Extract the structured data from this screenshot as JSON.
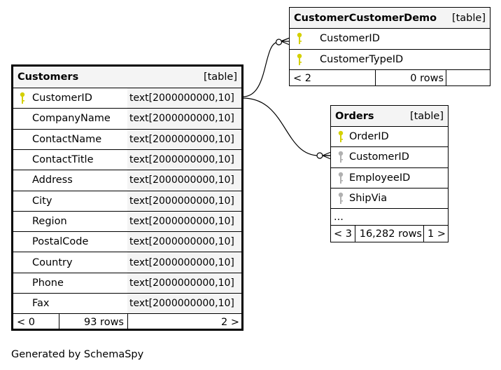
{
  "customers": {
    "title": "Customers",
    "kind": "[table]",
    "columns": [
      {
        "name": "CustomerID",
        "type": "text[2000000000,10]",
        "key": "primary"
      },
      {
        "name": "CompanyName",
        "type": "text[2000000000,10]",
        "key": ""
      },
      {
        "name": "ContactName",
        "type": "text[2000000000,10]",
        "key": ""
      },
      {
        "name": "ContactTitle",
        "type": "text[2000000000,10]",
        "key": ""
      },
      {
        "name": "Address",
        "type": "text[2000000000,10]",
        "key": ""
      },
      {
        "name": "City",
        "type": "text[2000000000,10]",
        "key": ""
      },
      {
        "name": "Region",
        "type": "text[2000000000,10]",
        "key": ""
      },
      {
        "name": "PostalCode",
        "type": "text[2000000000,10]",
        "key": ""
      },
      {
        "name": "Country",
        "type": "text[2000000000,10]",
        "key": ""
      },
      {
        "name": "Phone",
        "type": "text[2000000000,10]",
        "key": ""
      },
      {
        "name": "Fax",
        "type": "text[2000000000,10]",
        "key": ""
      }
    ],
    "footer": {
      "parents": "< 0",
      "rows": "93 rows",
      "children": "2 >"
    }
  },
  "ccd": {
    "title": "CustomerCustomerDemo",
    "kind": "[table]",
    "columns": [
      {
        "name": "CustomerID",
        "key": "primary"
      },
      {
        "name": "CustomerTypeID",
        "key": "primary"
      }
    ],
    "footer": {
      "parents": "< 2",
      "rows": "0 rows",
      "children": ""
    }
  },
  "orders": {
    "title": "Orders",
    "kind": "[table]",
    "columns": [
      {
        "name": "OrderID",
        "key": "primary"
      },
      {
        "name": "CustomerID",
        "key": "foreign"
      },
      {
        "name": "EmployeeID",
        "key": "foreign"
      },
      {
        "name": "ShipVia",
        "key": "foreign"
      }
    ],
    "ellipsis": "...",
    "footer": {
      "parents": "< 3",
      "rows": "16,282 rows",
      "children": "1 >"
    }
  },
  "colors": {
    "primary_key": "#d4d000",
    "foreign_key": "#b0b0b0",
    "header_bg": "#f4f4f4"
  },
  "generated_by": "Generated by SchemaSpy"
}
